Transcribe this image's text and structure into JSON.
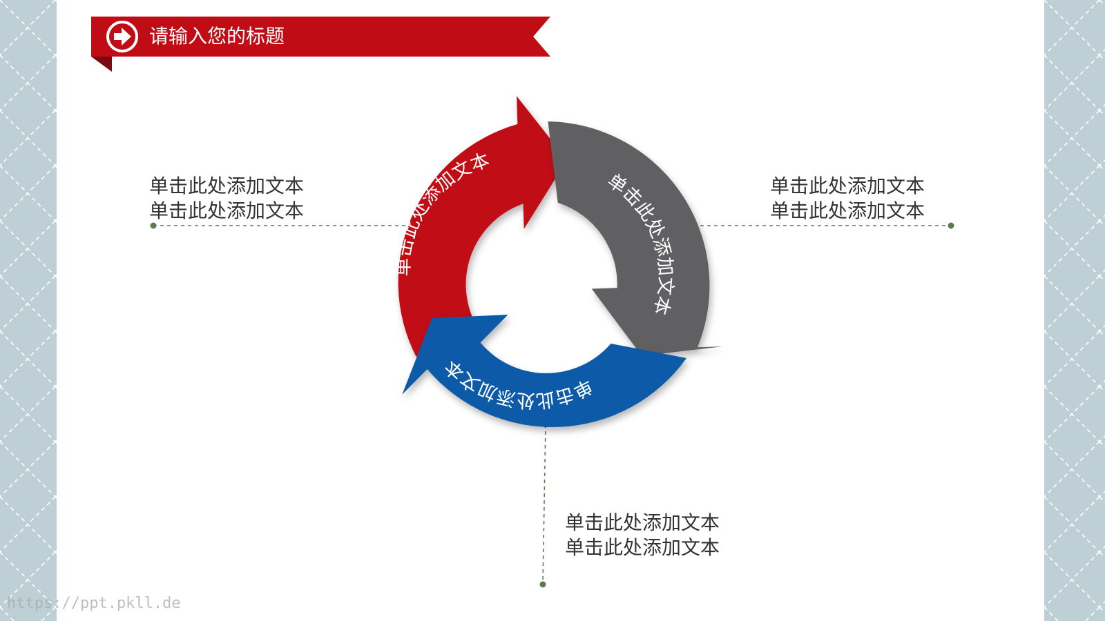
{
  "slide": {
    "title": "请输入您的标题",
    "title_icon": "arrow-right-circle-icon"
  },
  "cycle": {
    "segments": [
      {
        "label": "单击此处添加文本",
        "color": "#c00c14"
      },
      {
        "label": "单击此处添加文本",
        "color": "#606062"
      },
      {
        "label": "单击此处添加文本",
        "color": "#0a5aa8"
      }
    ]
  },
  "callouts": {
    "left": {
      "line1": "单击此处添加文本",
      "line2": "单击此处添加文本"
    },
    "right": {
      "line1": "单击此处添加文本",
      "line2": "单击此处添加文本"
    },
    "bottom": {
      "line1": "单击此处添加文本",
      "line2": "单击此处添加文本"
    }
  },
  "watermark": "https://ppt.pkll.de",
  "colors": {
    "accent_red": "#c00c14",
    "accent_gray": "#606062",
    "accent_blue": "#0a5aa8",
    "leader_line": "#5f7a4f",
    "page_border": "#bfcfd6"
  }
}
